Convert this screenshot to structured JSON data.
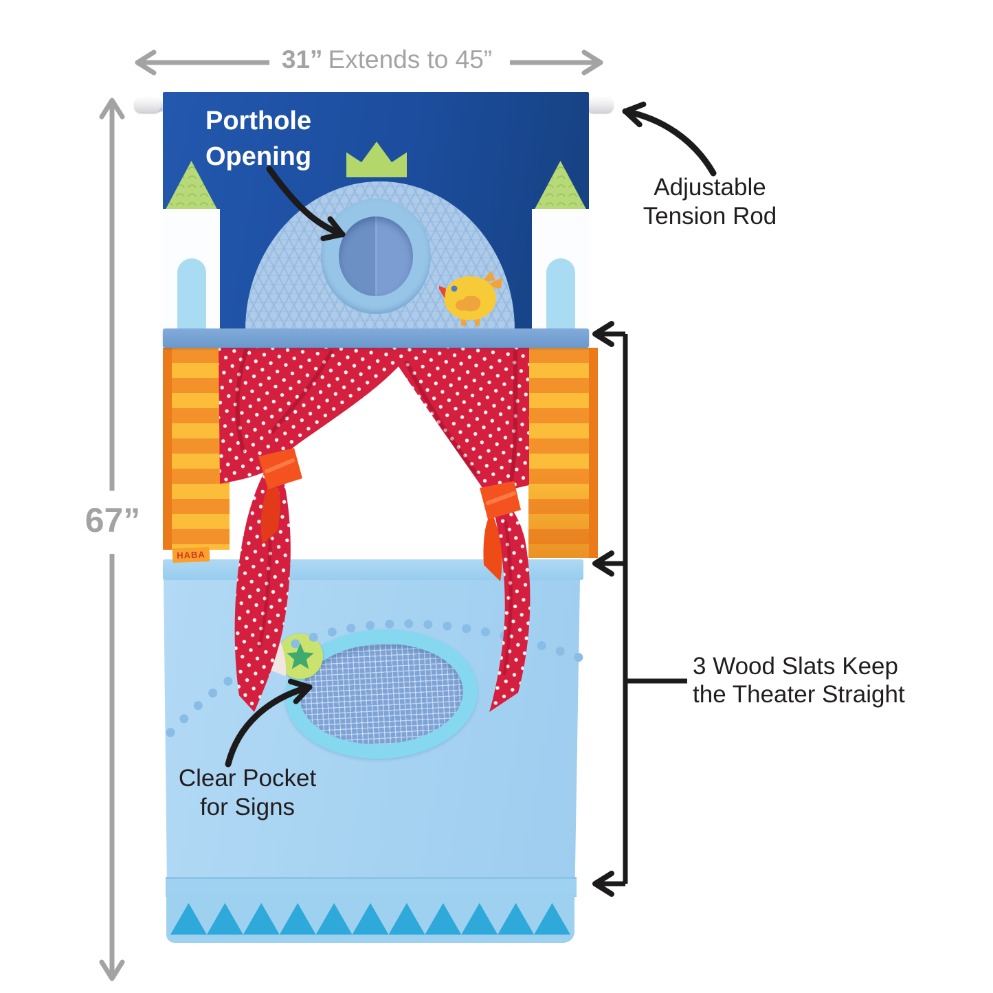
{
  "annotations": {
    "width_dimension": {
      "bold": "31”",
      "rest": "Extends to 45”"
    },
    "height_dimension": "67”",
    "porthole": {
      "line1": "Porthole",
      "line2": "Opening"
    },
    "tension_rod": {
      "line1": "Adjustable",
      "line2": "Tension Rod"
    },
    "wood_slats": {
      "line1": "3 Wood Slats Keep",
      "line2": "the Theater Straight"
    },
    "clear_pocket": {
      "line1": "Clear Pocket",
      "line2": "for Signs"
    }
  },
  "product": {
    "brand_tag": "HABA"
  },
  "icons": {
    "dimension_arrows": "gray double-headed arrows",
    "callout_arrows": "black curved arrows",
    "slat_bracket": "three-arrow bracket"
  },
  "colors": {
    "annotation_gray": "#a3a3a3",
    "annotation_black": "#211d1e",
    "panel_blue": "#1c4d9e",
    "arch_blue": "#aecbe9",
    "slat_band_blue": "#6f9ed2",
    "curtain_red": "#d41f3f",
    "tieback_orange": "#f4521f",
    "stripe_orange": "#f3922a",
    "stripe_yellow": "#fbbd3a",
    "lower_panel_blue": "#a8d4f2",
    "pocket_ring_blue": "#86d7f0",
    "zigzag_blue": "#2fa9da",
    "crown_green": "#b4d76b",
    "star_green": "#3fa96e"
  }
}
